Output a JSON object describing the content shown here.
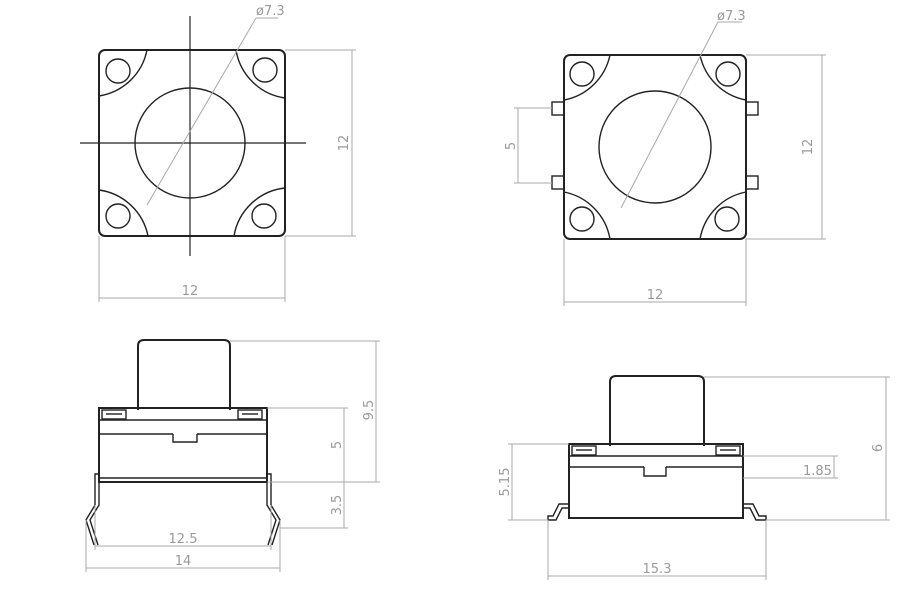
{
  "views": {
    "top_tht": {
      "diameter_label": "ø7.3",
      "width_label": "12",
      "height_label": "12"
    },
    "top_smd": {
      "diameter_label": "ø7.3",
      "pin_pitch_label": "5",
      "width_label": "12",
      "height_label": "12"
    },
    "side_tht": {
      "total_height_label": "9.5",
      "body_height_label": "5",
      "pin_length_label": "3.5",
      "pin_span_label": "12.5",
      "overall_width_label": "14"
    },
    "side_smd": {
      "total_height_label": "6",
      "body_height_label": "5.15",
      "offset_label": "1.85",
      "overall_width_label": "15.3"
    }
  },
  "colors": {
    "outline": "#222222",
    "dimension": "#a8a8a8",
    "dimension_text": "#9a9a9a"
  }
}
